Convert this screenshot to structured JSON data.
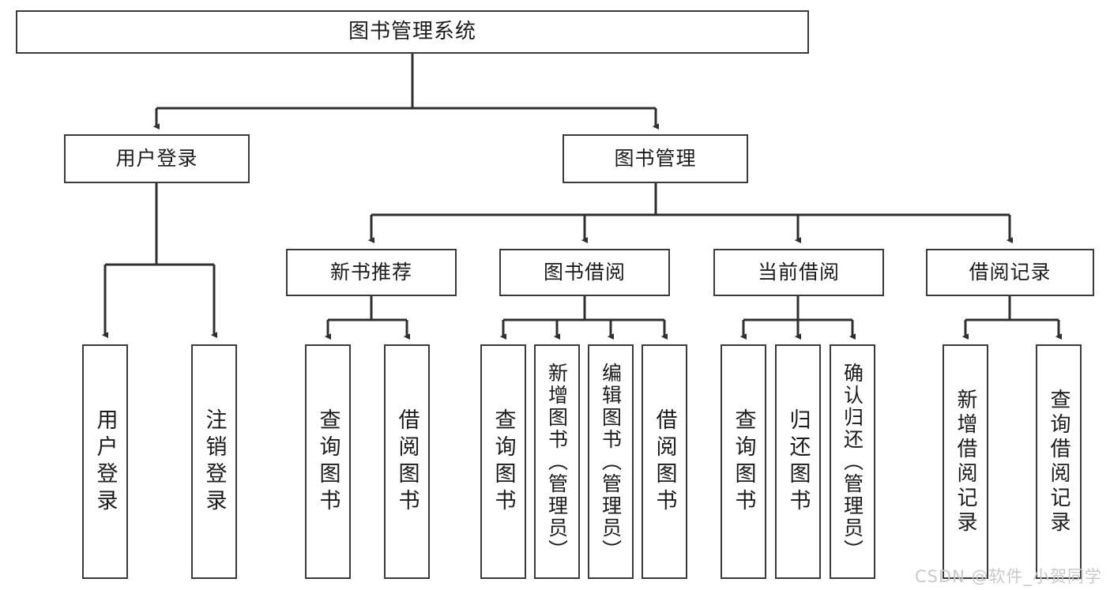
{
  "diagram": {
    "title": "图书管理系统",
    "type": "hierarchy-tree",
    "watermark": "CSDN @软件_小贺同学",
    "colors": {
      "box_border": "#3a3a3a",
      "box_fill": "#ffffff",
      "connector": "#2f2f2f",
      "text": "#1b1b1b",
      "watermark": "#c9c9c9",
      "background": "#ffffff"
    },
    "levels": {
      "root": {
        "label": "图书管理系统"
      },
      "level2": [
        {
          "label": "用户登录"
        },
        {
          "label": "图书管理"
        }
      ],
      "level3": [
        {
          "label": "新书推荐"
        },
        {
          "label": "图书借阅"
        },
        {
          "label": "当前借阅"
        },
        {
          "label": "借阅记录"
        }
      ],
      "leaves": [
        {
          "label": "用户登录",
          "parent": "用户登录"
        },
        {
          "label": "注销登录",
          "parent": "用户登录"
        },
        {
          "label": "查询图书",
          "parent": "新书推荐"
        },
        {
          "label": "借阅图书",
          "parent": "新书推荐"
        },
        {
          "label": "查询图书",
          "parent": "图书借阅"
        },
        {
          "label": "新增图书（管理员）",
          "parent": "图书借阅"
        },
        {
          "label": "编辑图书（管理员）",
          "parent": "图书借阅"
        },
        {
          "label": "借阅图书",
          "parent": "图书借阅"
        },
        {
          "label": "查询图书",
          "parent": "当前借阅"
        },
        {
          "label": "归还图书",
          "parent": "当前借阅"
        },
        {
          "label": "确认归还（管理员）",
          "parent": "当前借阅"
        },
        {
          "label": "新增借阅记录",
          "parent": "借阅记录"
        },
        {
          "label": "查询借阅记录",
          "parent": "借阅记录"
        }
      ]
    }
  }
}
